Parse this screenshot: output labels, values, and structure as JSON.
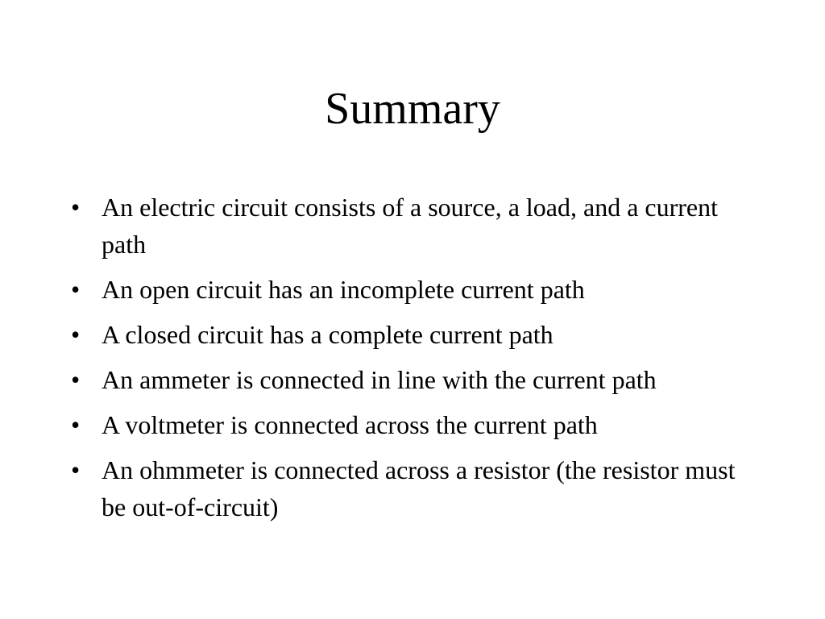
{
  "slide": {
    "title": "Summary",
    "bullet_marker": "•",
    "bullets": [
      "An electric circuit consists of a source, a load, and a current path",
      "An open circuit has an incomplete current path",
      "A closed circuit has a complete current path",
      "An ammeter is connected in line with the current path",
      "A voltmeter is connected across the current path",
      "An ohmmeter is connected across a resistor (the resistor must be out-of-circuit)"
    ]
  }
}
